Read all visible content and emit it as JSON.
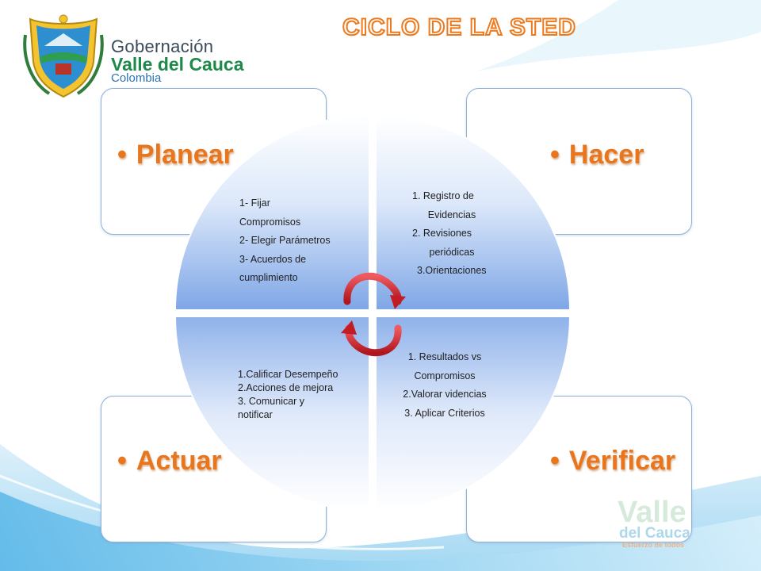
{
  "header": {
    "title": "CICLO DE LA STED",
    "org_line1": "Gobernación",
    "org_line2": "Valle del Cauca",
    "org_line3": "Colombia"
  },
  "quadrants": {
    "planear": {
      "title": "Planear",
      "lines": [
        "1- Fijar",
        "Compromisos",
        "2- Elegir Parámetros",
        "3- Acuerdos  de",
        "cumplimiento"
      ]
    },
    "hacer": {
      "title": "Hacer",
      "lines": [
        "1. Registro de",
        "Evidencias",
        "2. Revisiones",
        "periódicas",
        "3.Orientaciones"
      ]
    },
    "actuar": {
      "title": "Actuar",
      "lines": [
        "1.Calificar Desempeño",
        "2.Acciones de mejora",
        "3. Comunicar y",
        "notificar"
      ]
    },
    "verificar": {
      "title": "Verificar",
      "lines": [
        "1. Resultados vs",
        "Compromisos",
        "2.Valorar  videncias",
        "3. Aplicar Criterios"
      ]
    }
  },
  "colors": {
    "title_orange": "#e8761e",
    "quadrant_blue": "#7ea6e6",
    "arrow_red": "#d0242b",
    "card_border": "#8fb0d8"
  },
  "watermark": {
    "word1": "Valle",
    "word2": "del Cauca",
    "tagline": "Esfuerzo de todos"
  }
}
